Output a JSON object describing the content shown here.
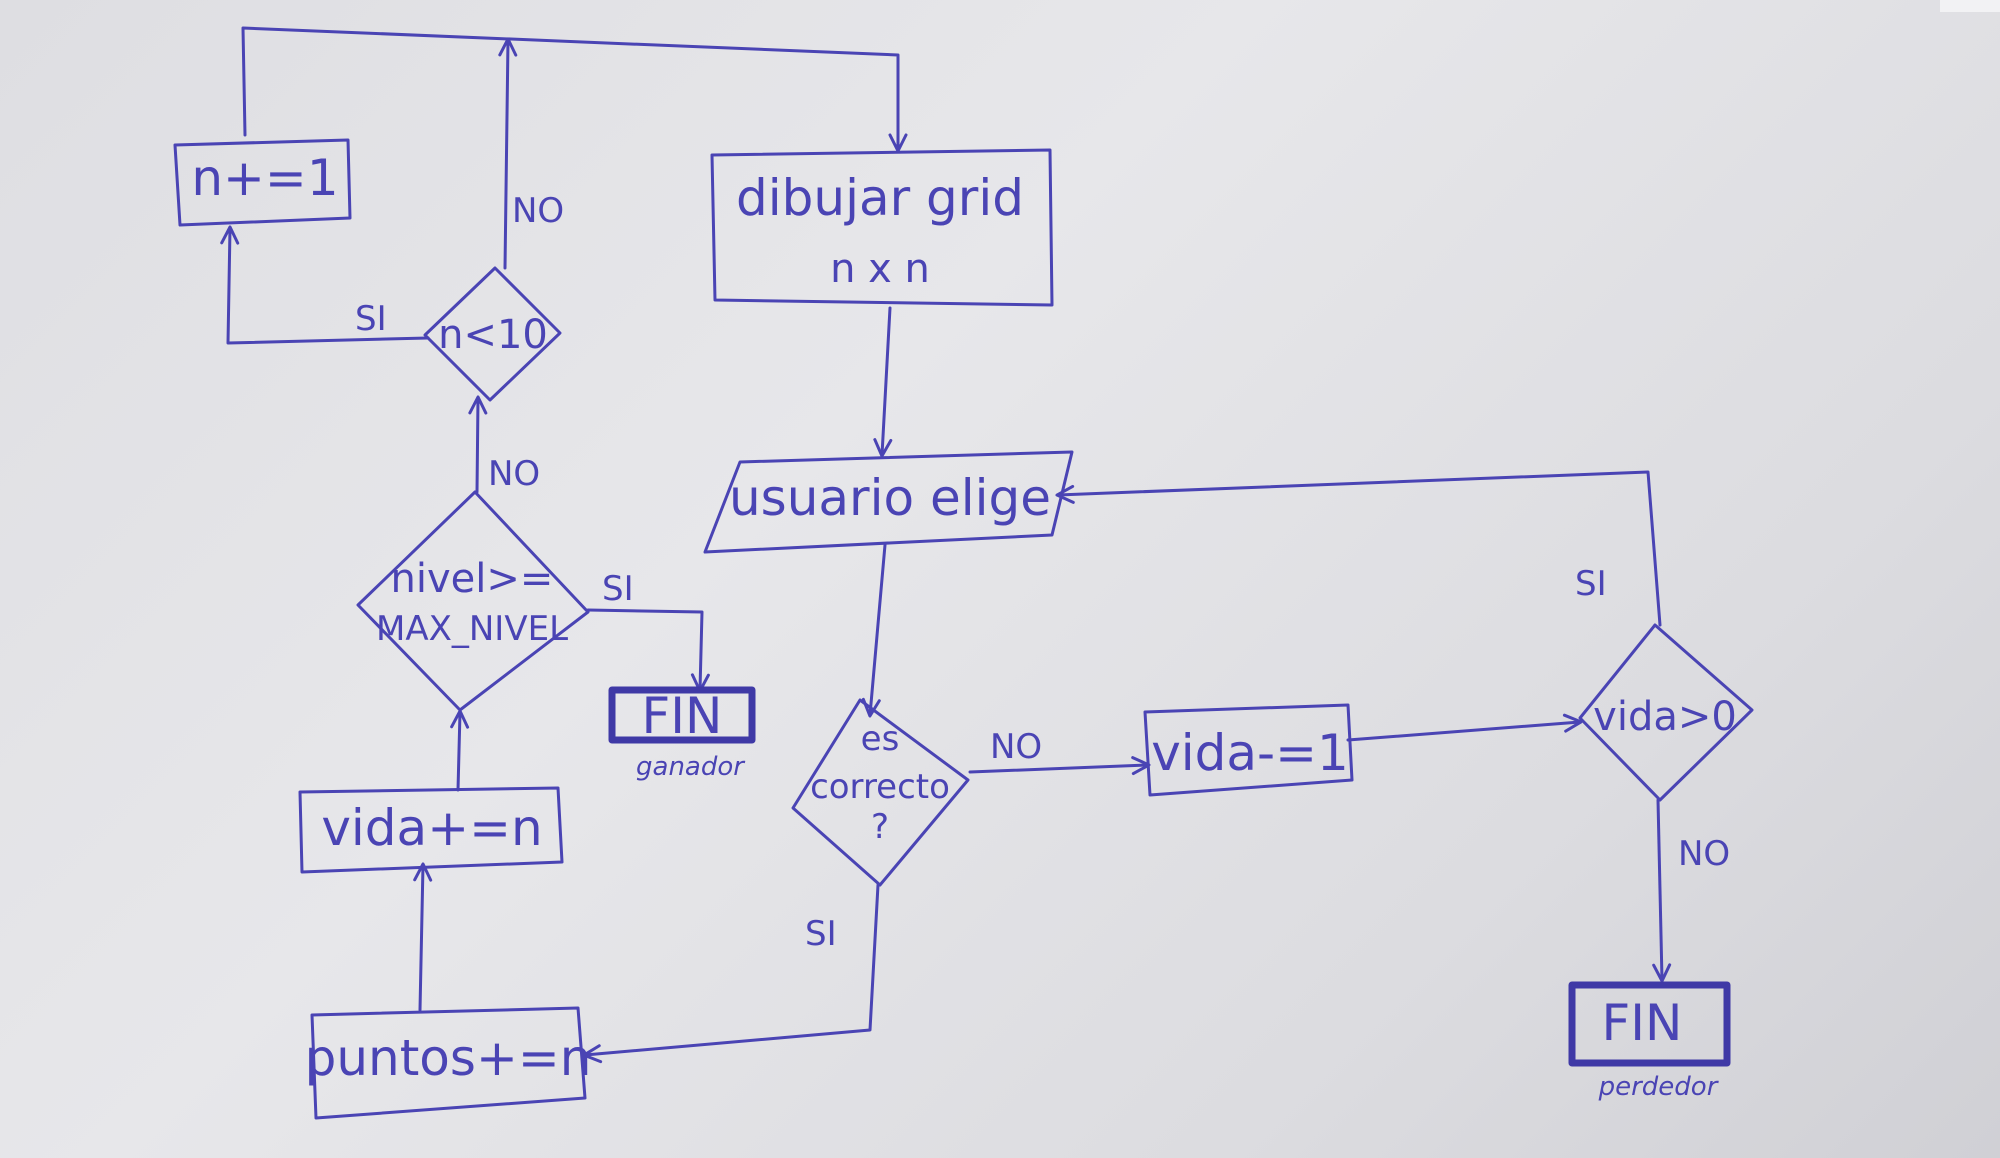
{
  "nodes": {
    "n_increment": "n+=1",
    "draw_grid_line1": "dibujar grid",
    "draw_grid_line2": "n x n",
    "n_less_10": "n<10",
    "user_chooses": "usuario elige",
    "level_check_line1": "nivel>=",
    "level_check_line2": "MAX_NIVEL",
    "fin_winner": "FIN",
    "fin_winner_caption": "ganador",
    "is_correct_line1": "es",
    "is_correct_line2": "correcto",
    "is_correct_line3": "?",
    "life_decrement": "vida-=1",
    "life_positive": "vida>0",
    "life_increment": "vida+=n",
    "points_increment": "puntos+=n",
    "fin_loser": "FIN",
    "fin_loser_caption": "perdedor"
  },
  "edge_labels": {
    "n_less_10_no": "NO",
    "n_less_10_si": "SI",
    "level_no": "NO",
    "level_si": "SI",
    "correct_no": "NO",
    "correct_si": "SI",
    "life_si": "SI",
    "life_no": "NO"
  },
  "colors": {
    "ink": "#4a44b4",
    "paper": "#e3e3e6"
  }
}
